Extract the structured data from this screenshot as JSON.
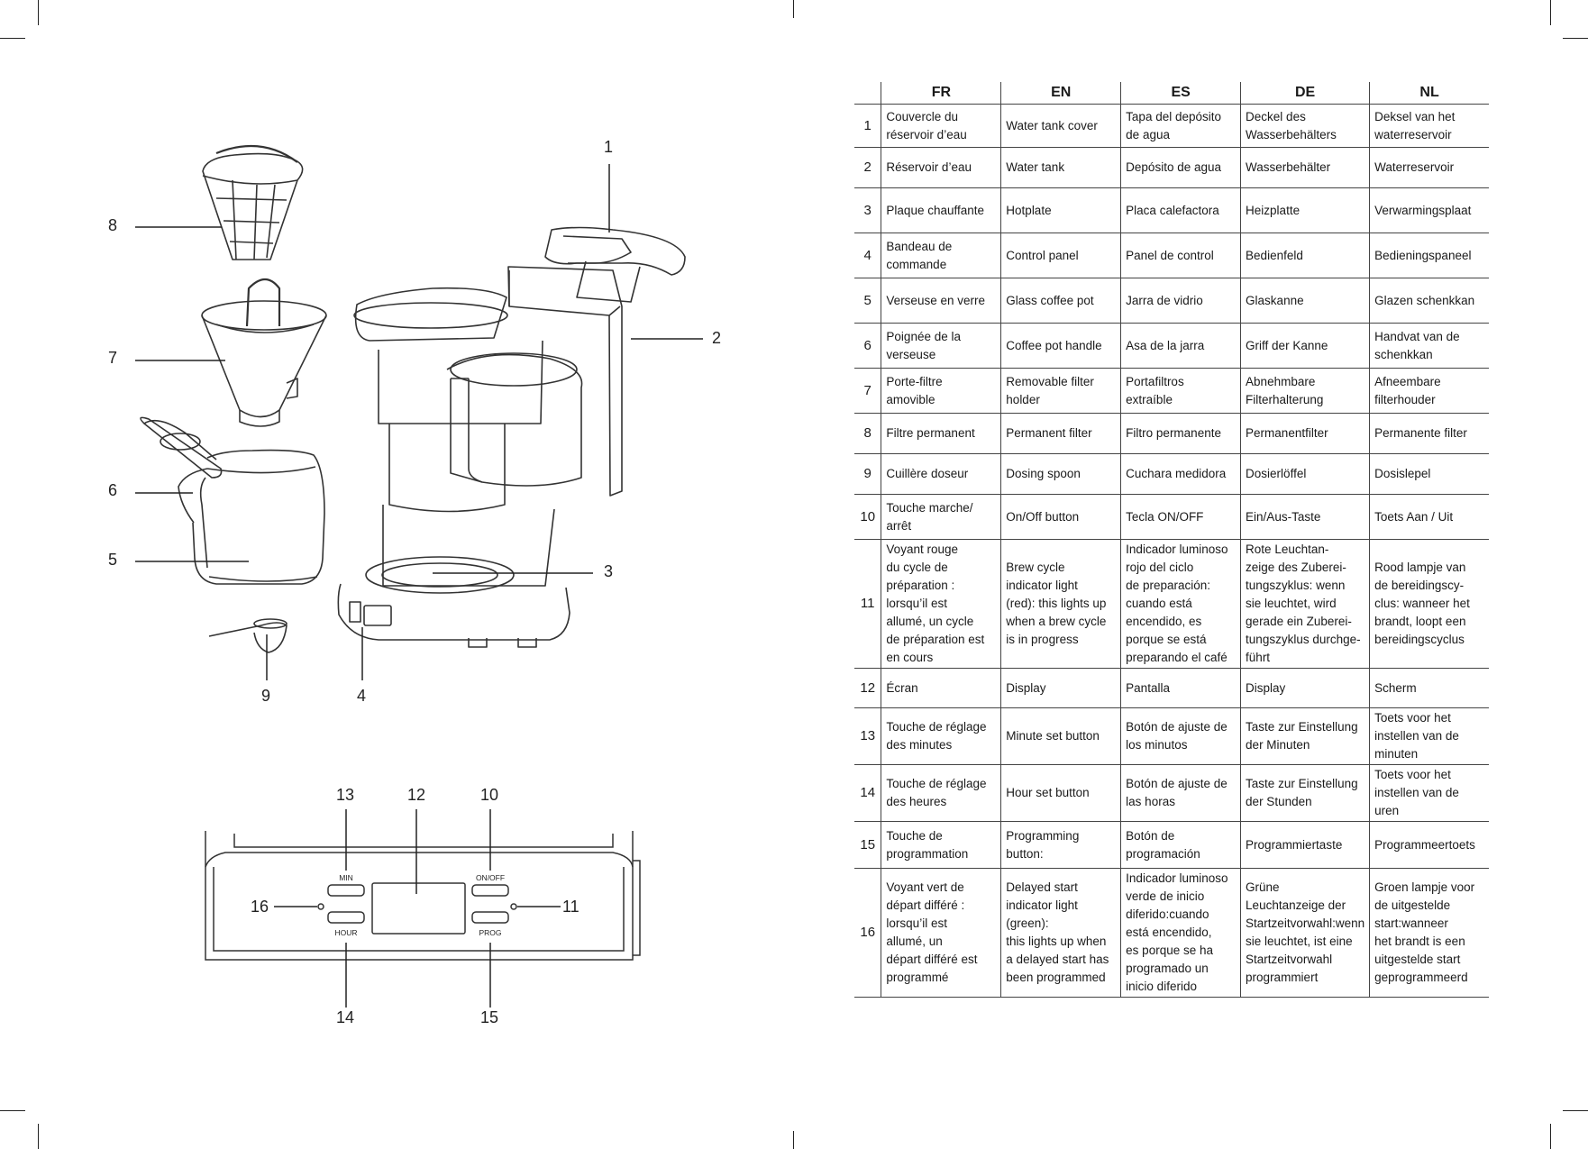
{
  "diagram_labels": {
    "n1": "1",
    "n2": "2",
    "n3": "3",
    "n4": "4",
    "n5": "5",
    "n6": "6",
    "n7": "7",
    "n8": "8",
    "n9": "9",
    "n10": "10",
    "n11": "11",
    "n12": "12",
    "n13": "13",
    "n14": "14",
    "n15": "15",
    "n16": "16"
  },
  "panel_labels": {
    "min": "MIN",
    "hour": "HOUR",
    "onoff": "ON/OFF",
    "prog": "PROG"
  },
  "table": {
    "headers": [
      "FR",
      "EN",
      "ES",
      "DE",
      "NL"
    ],
    "rows": [
      {
        "num": "1",
        "cells": [
          "Couvercle du\nréservoir d’eau",
          "Water tank cover",
          "Tapa del depósito\nde agua",
          "Deckel des\nWasserbehälters",
          "Deksel van het\nwaterreservoir"
        ]
      },
      {
        "num": "2",
        "cells": [
          "Réservoir d’eau",
          "Water tank",
          "Depósito de agua",
          "Wasserbehälter",
          "Waterreservoir"
        ]
      },
      {
        "num": "3",
        "cells": [
          "Plaque chauffante",
          "Hotplate",
          "Placa calefactora",
          "Heizplatte",
          "Verwarmingsplaat"
        ]
      },
      {
        "num": "4",
        "cells": [
          "Bandeau de\ncommande",
          "Control panel",
          "Panel de control",
          "Bedienfeld",
          "Bedieningspaneel"
        ]
      },
      {
        "num": "5",
        "cells": [
          "Verseuse en verre",
          "Glass coffee pot",
          "Jarra de vidrio",
          "Glaskanne",
          "Glazen schenkkan"
        ]
      },
      {
        "num": "6",
        "cells": [
          "Poignée de la\nverseuse",
          "Coffee pot handle",
          "Asa de la jarra",
          "Griff der Kanne",
          "Handvat van de\nschenkkan"
        ]
      },
      {
        "num": "7",
        "cells": [
          "Porte-filtre\namovible",
          "Removable filter\nholder",
          "Portafiltros\nextraíble",
          "Abnehmbare\nFilterhalterung",
          "Afneembare\nfilterhouder"
        ]
      },
      {
        "num": "8",
        "cells": [
          "Filtre permanent",
          "Permanent filter",
          "Filtro permanente",
          "Permanentfilter",
          "Permanente filter"
        ]
      },
      {
        "num": "9",
        "cells": [
          "Cuillère doseur",
          "Dosing spoon",
          "Cuchara medidora",
          "Dosierlöffel",
          "Dosislepel"
        ]
      },
      {
        "num": "10",
        "cells": [
          "Touche marche/\narrêt",
          "On/Off button",
          "Tecla ON/OFF",
          "Ein/Aus-Taste",
          "Toets Aan / Uit"
        ]
      },
      {
        "num": "11",
        "cells": [
          "Voyant rouge\ndu cycle de\npréparation :\nlorsqu’il est\nallumé, un cycle\nde préparation est\nen cours",
          "Brew cycle\nindicator light\n(red): this lights up\nwhen a brew cycle\nis in progress",
          "Indicador luminoso\nrojo del ciclo\nde preparación:\ncuando está\nencendido, es\nporque se está\npreparando el café",
          "Rote Leuchtan-\nzeige des Zuberei-\ntungszyklus: wenn\nsie leuchtet, wird\ngerade ein Zuberei-\ntungszyklus durchge-\nführt",
          "Rood lampje van\nde bereidingscy-\nclus: wanneer het\nbrandt, loopt een\nbereidingscyclus"
        ]
      },
      {
        "num": "12",
        "cells": [
          "Écran",
          "Display",
          "Pantalla",
          "Display",
          "Scherm"
        ]
      },
      {
        "num": "13",
        "cells": [
          "Touche de réglage\ndes minutes",
          "Minute set button",
          "Botón de ajuste de\nlos minutos",
          "Taste zur Einstellung\nder Minuten",
          "Toets voor het\ninstellen van de\nminuten"
        ]
      },
      {
        "num": "14",
        "cells": [
          "Touche de réglage\ndes heures",
          "Hour set button",
          "Botón de ajuste de\nlas horas",
          "Taste zur Einstellung\nder Stunden",
          "Toets voor het\ninstellen van de\nuren"
        ]
      },
      {
        "num": "15",
        "cells": [
          "Touche de\nprogrammation",
          "Programming\nbutton:",
          "Botón de\nprogramación",
          "Programmiertaste",
          "Programmeertoets"
        ]
      },
      {
        "num": "16",
        "cells": [
          "Voyant vert de\ndépart différé :\nlorsqu’il est\nallumé, un\ndépart différé est\nprogrammé",
          "Delayed start\nindicator light\n(green):\nthis lights up when\na delayed start has\nbeen programmed",
          "Indicador luminoso\nverde de inicio\ndiferido:cuando\nestá encendido,\nes porque se ha\nprogramado un\ninicio diferido",
          "Grüne\nLeuchtanzeige der\nStartzeitvorwahl:wenn\nsie leuchtet, ist eine\nStartzeitvorwahl\nprogrammiert",
          "Groen lampje voor\nde uitgestelde\nstart:wanneer\nhet brandt is een\nuitgestelde start\ngeprogrammeerd"
        ]
      }
    ]
  }
}
